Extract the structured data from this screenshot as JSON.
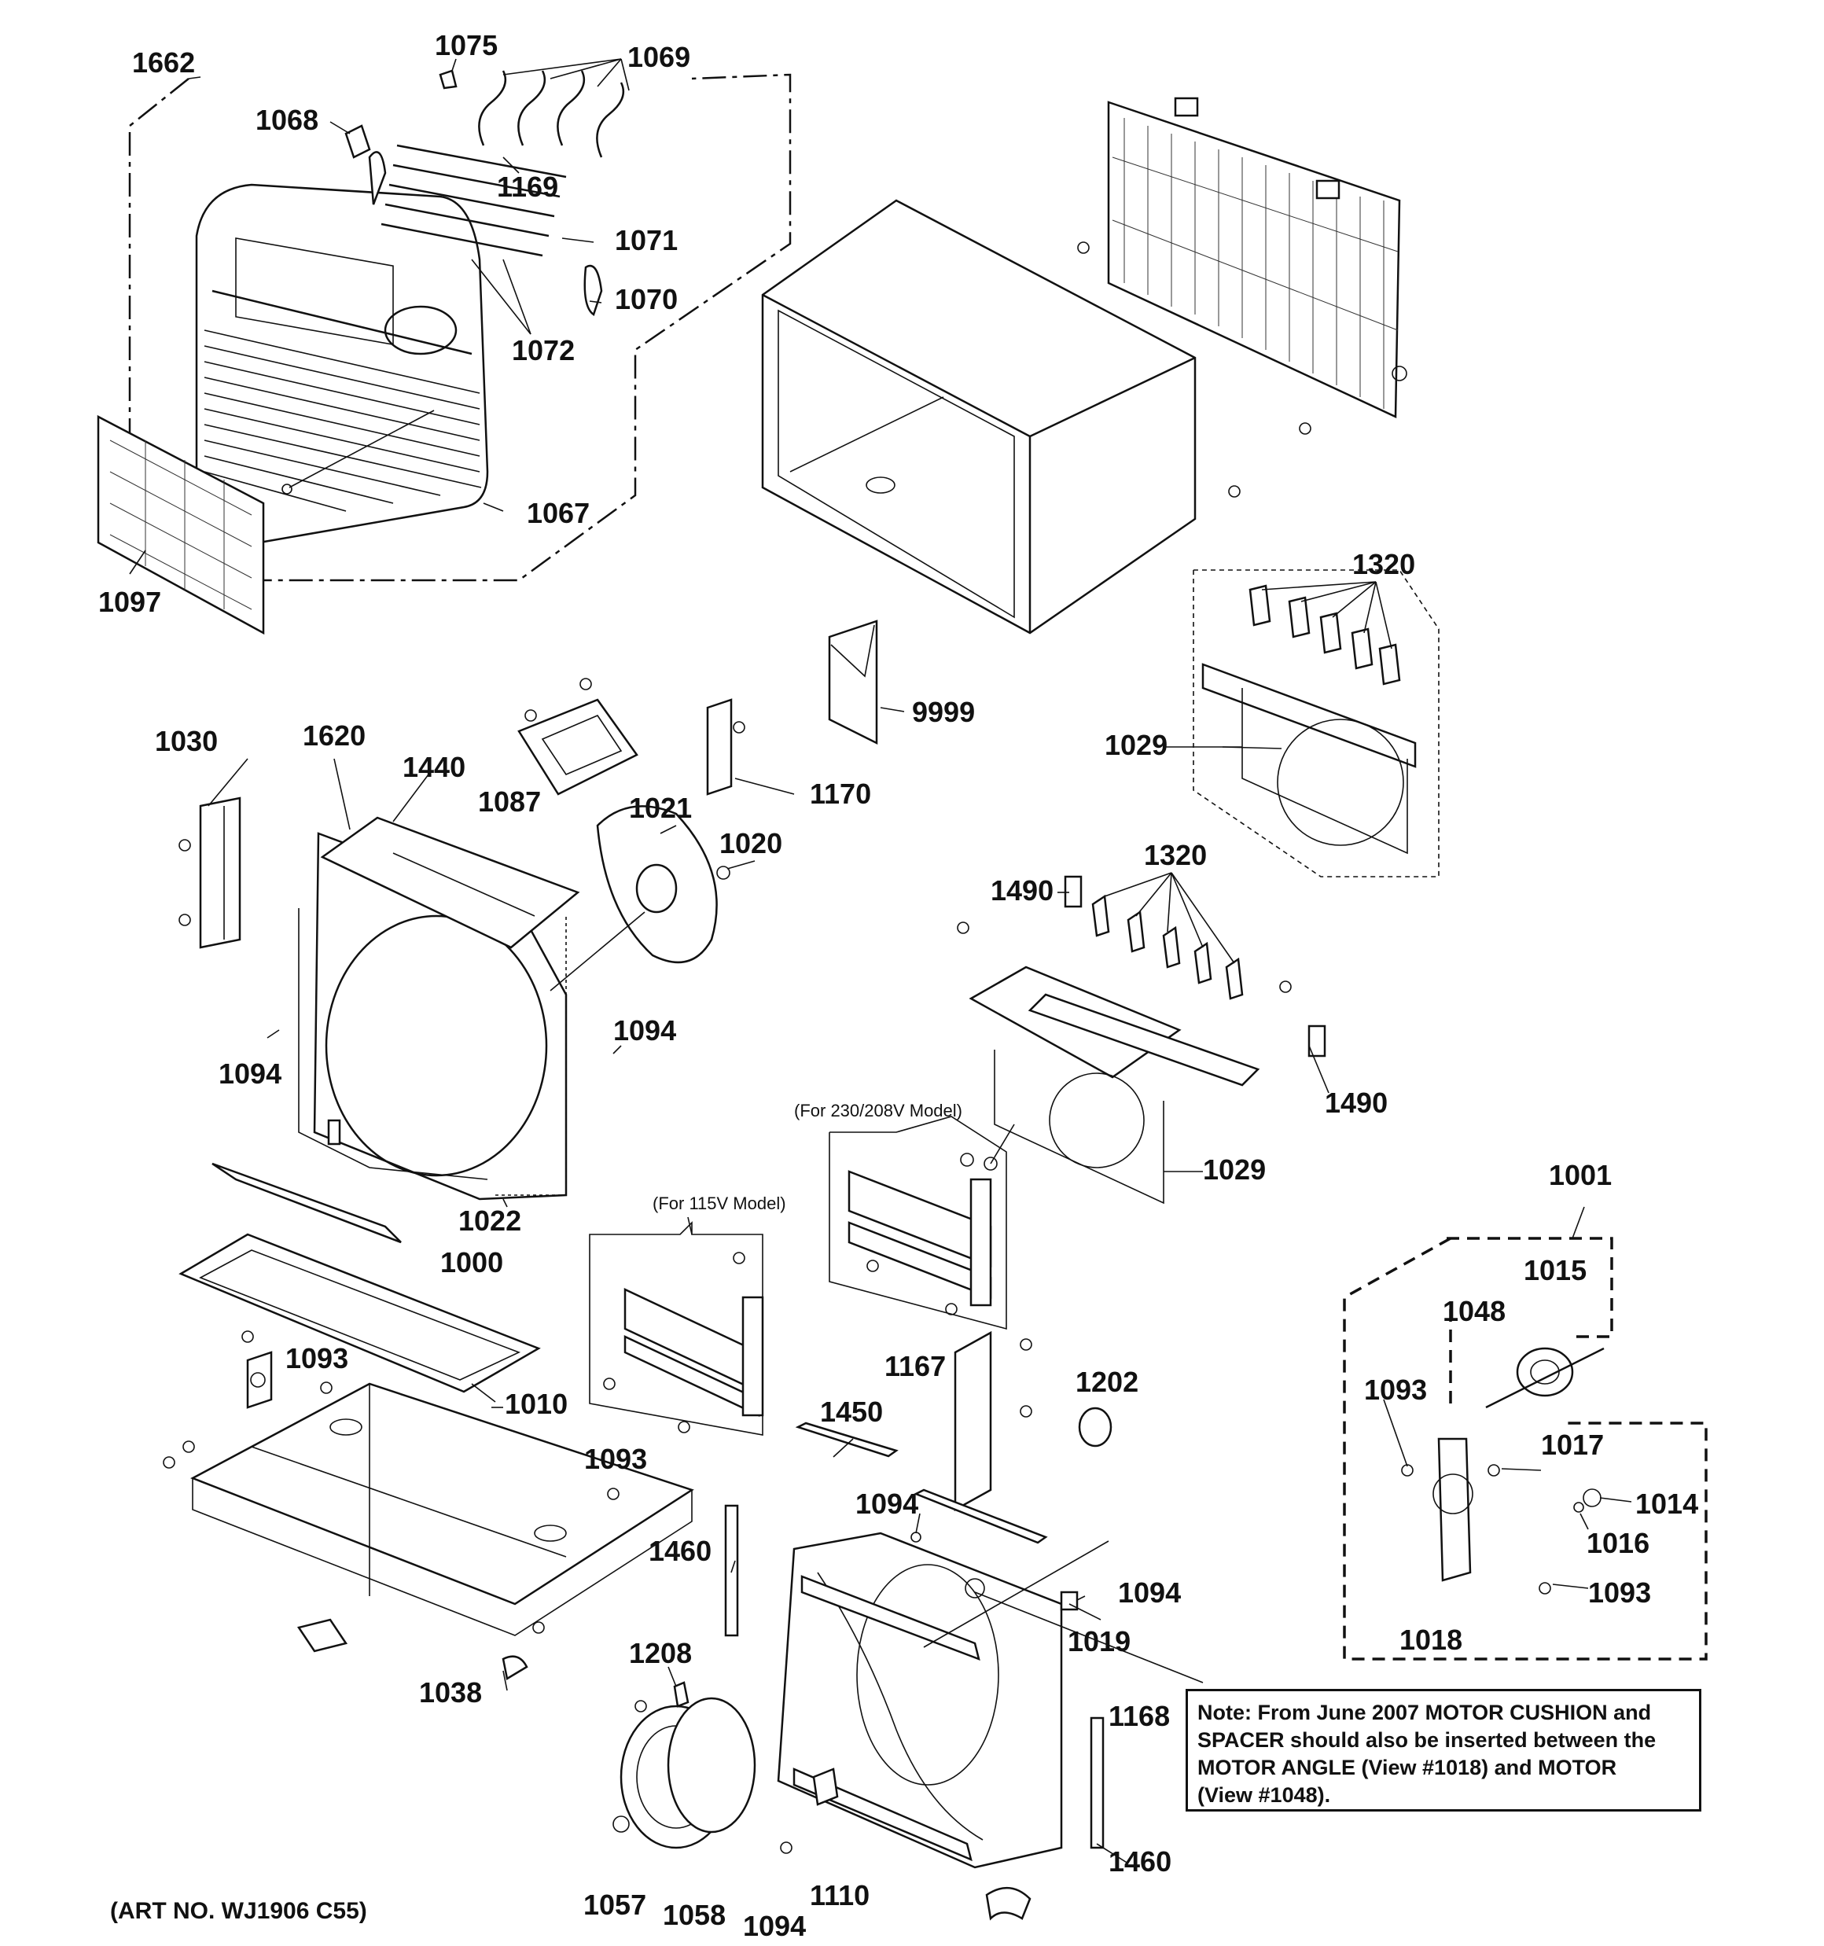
{
  "parts": {
    "p1662": "1662",
    "p1075": "1075",
    "p1069": "1069",
    "p1068": "1068",
    "p1169": "1169",
    "p1071": "1071",
    "p1070": "1070",
    "p1072": "1072",
    "p1067": "1067",
    "p1097": "1097",
    "p1320a": "1320",
    "p1029a": "1029",
    "p9999": "9999",
    "p1170": "1170",
    "p1087": "1087",
    "p1030": "1030",
    "p1620": "1620",
    "p1440": "1440",
    "p1021": "1021",
    "p1020": "1020",
    "p1490a": "1490",
    "p1320b": "1320",
    "p1094a": "1094",
    "p1094b": "1094",
    "p1490b": "1490",
    "p1022": "1022",
    "p1029b": "1029",
    "p1001": "1001",
    "p1000": "1000",
    "p1015": "1015",
    "p1048": "1048",
    "p1093a": "1093",
    "p1010": "1010",
    "p1167": "1167",
    "p1202": "1202",
    "p1093b": "1093",
    "p1450": "1450",
    "p1017": "1017",
    "p1094c": "1094",
    "p1014": "1014",
    "p1016": "1016",
    "p1460a": "1460",
    "p1094d": "1094",
    "p1093c": "1093",
    "p1019": "1019",
    "p1018": "1018",
    "p1208": "1208",
    "p1038": "1038",
    "p1168": "1168",
    "p1460b": "1460",
    "p1110": "1110",
    "p1057": "1057",
    "p1058": "1058",
    "p1094e": "1094",
    "p1093d": "1093"
  },
  "model_labels": {
    "v230": "(For 230/208V Model)",
    "v115": "(For 115V Model)"
  },
  "note": {
    "line1": "Note: From June 2007 MOTOR CUSHION and",
    "line2": "SPACER should also be inserted between the",
    "line3": "MOTOR ANGLE (View #1018) and MOTOR",
    "line4": "(View #1048)."
  },
  "art_number": "(ART NO. WJ1906 C55)"
}
